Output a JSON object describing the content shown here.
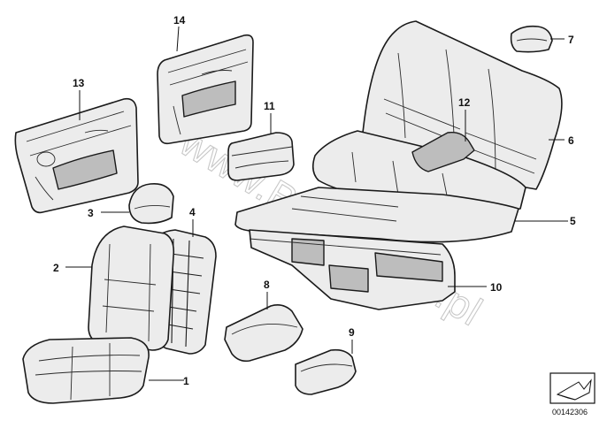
{
  "watermark": {
    "text": "www.BMWstore.pl"
  },
  "callouts": [
    {
      "id": "1",
      "label": "1"
    },
    {
      "id": "2",
      "label": "2"
    },
    {
      "id": "3",
      "label": "3"
    },
    {
      "id": "4",
      "label": "4"
    },
    {
      "id": "5",
      "label": "5"
    },
    {
      "id": "6",
      "label": "6"
    },
    {
      "id": "7",
      "label": "7"
    },
    {
      "id": "8",
      "label": "8"
    },
    {
      "id": "9",
      "label": "9"
    },
    {
      "id": "10",
      "label": "10"
    },
    {
      "id": "11",
      "label": "11"
    },
    {
      "id": "12",
      "label": "12"
    },
    {
      "id": "13",
      "label": "13"
    },
    {
      "id": "14",
      "label": "14"
    }
  ],
  "stamp": {
    "code": "00142306",
    "icon": "diagram-arrow-icon"
  }
}
